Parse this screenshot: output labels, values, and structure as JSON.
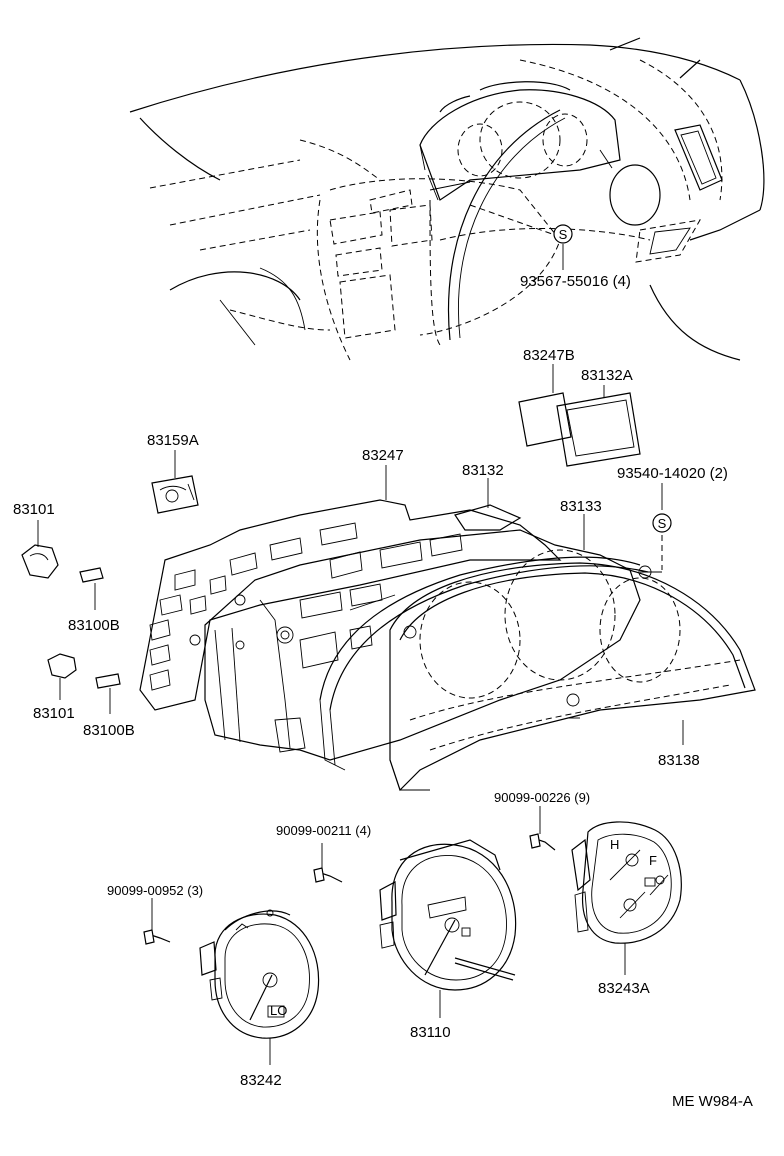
{
  "callouts": [
    {
      "id": "93567-55016",
      "text": "93567-55016 (4)"
    },
    {
      "id": "83247B",
      "text": "83247B"
    },
    {
      "id": "83132A",
      "text": "83132A"
    },
    {
      "id": "83159A",
      "text": "83159A"
    },
    {
      "id": "83247",
      "text": "83247"
    },
    {
      "id": "83132",
      "text": "83132"
    },
    {
      "id": "93540-14020",
      "text": "93540-14020 (2)"
    },
    {
      "id": "83133",
      "text": "83133"
    },
    {
      "id": "83101-a",
      "text": "83101"
    },
    {
      "id": "83100B-a",
      "text": "83100B"
    },
    {
      "id": "83101-b",
      "text": "83101"
    },
    {
      "id": "83100B-b",
      "text": "83100B"
    },
    {
      "id": "83138",
      "text": "83138"
    },
    {
      "id": "90099-00226",
      "text": "90099-00226 (9)"
    },
    {
      "id": "90099-00211",
      "text": "90099-00211 (4)"
    },
    {
      "id": "90099-00952",
      "text": "90099-00952 (3)"
    },
    {
      "id": "83243A",
      "text": "83243A"
    },
    {
      "id": "83110",
      "text": "83110"
    },
    {
      "id": "83242",
      "text": "83242"
    }
  ],
  "symbols": {
    "screw_mark": "S",
    "gauge_lo": "LO",
    "gauge_h": "H",
    "gauge_f": "F"
  },
  "footer": {
    "code": "ME  W984-A"
  }
}
